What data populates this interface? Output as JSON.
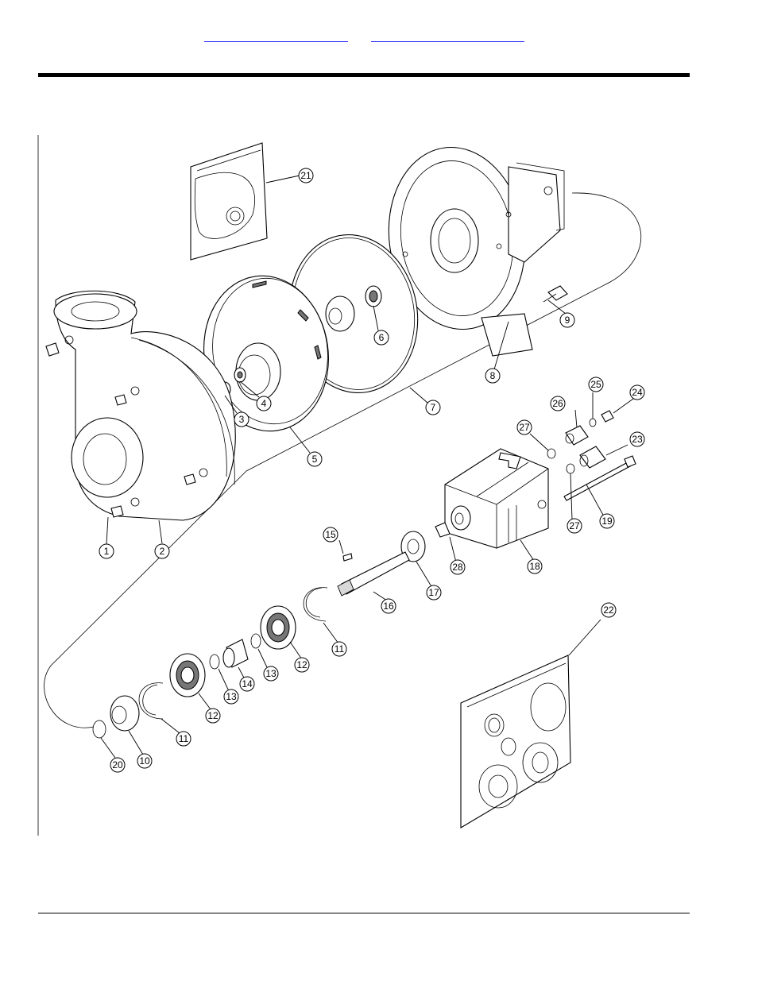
{
  "header": {
    "links": [
      "",
      ""
    ]
  },
  "diagram": {
    "callouts": [
      "1",
      "2",
      "3",
      "4",
      "5",
      "6",
      "7",
      "8",
      "9",
      "10",
      "11",
      "11",
      "12",
      "12",
      "13",
      "13",
      "14",
      "15",
      "16",
      "17",
      "18",
      "19",
      "20",
      "21",
      "22",
      "23",
      "24",
      "25",
      "26",
      "27",
      "27",
      "28"
    ]
  }
}
